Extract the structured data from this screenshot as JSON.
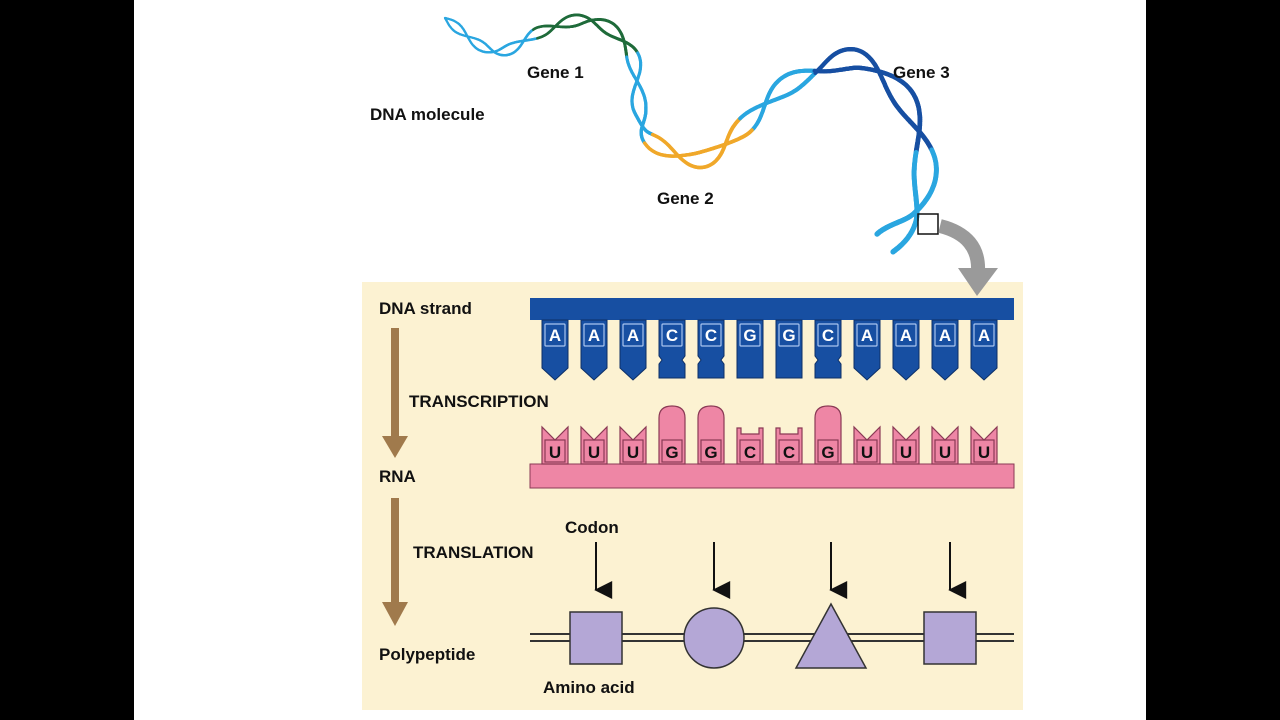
{
  "labels": {
    "dna_molecule": "DNA molecule",
    "gene1": "Gene 1",
    "gene2": "Gene 2",
    "gene3": "Gene 3",
    "dna_strand": "DNA strand",
    "transcription": "TRANSCRIPTION",
    "rna": "RNA",
    "translation": "TRANSLATION",
    "codon": "Codon",
    "polypeptide": "Polypeptide",
    "amino_acid": "Amino acid"
  },
  "dna_bases": [
    "A",
    "A",
    "A",
    "C",
    "C",
    "G",
    "G",
    "C",
    "A",
    "A",
    "A",
    "A"
  ],
  "rna_bases": [
    "U",
    "U",
    "U",
    "G",
    "G",
    "C",
    "C",
    "G",
    "U",
    "U",
    "U",
    "U"
  ],
  "amino_acid_shapes": [
    "square",
    "circle",
    "triangle",
    "square"
  ],
  "colors": {
    "helix_light_blue": "#2aa6e0",
    "gene1": "#1f6b3a",
    "gene2": "#f0a82a",
    "gene3": "#174fa2",
    "dna_strand": "#174fa2",
    "rna": "#ee86a5",
    "amino_acid": "#b4a7d6",
    "panel": "#fcf2d2",
    "flow_arrow": "#a07a4c"
  }
}
